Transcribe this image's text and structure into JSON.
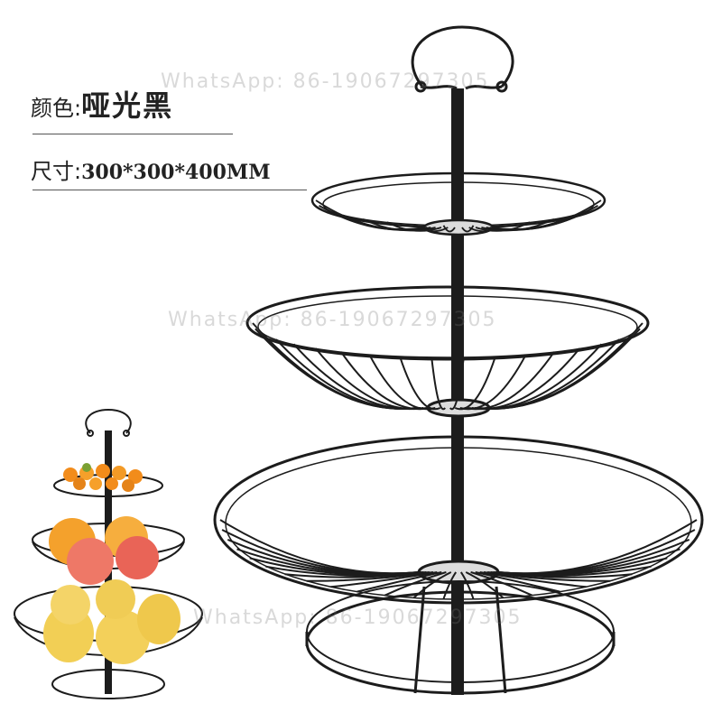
{
  "labels": {
    "color_key": "颜色:",
    "color_value": "哑光黑",
    "size_key": "尺寸:",
    "size_value": "300*300*400MM"
  },
  "watermark": {
    "line1": "WhatsApp: 86-19067297305",
    "line2": "WhatsApp: 86-19067297305",
    "line3": "WhatsApp: 86-19067297305"
  },
  "colors": {
    "wire": "#1c1c1c",
    "background": "#ffffff"
  },
  "product": {
    "name": "three-tier-fruit-basket-stand",
    "tiers": 3
  }
}
